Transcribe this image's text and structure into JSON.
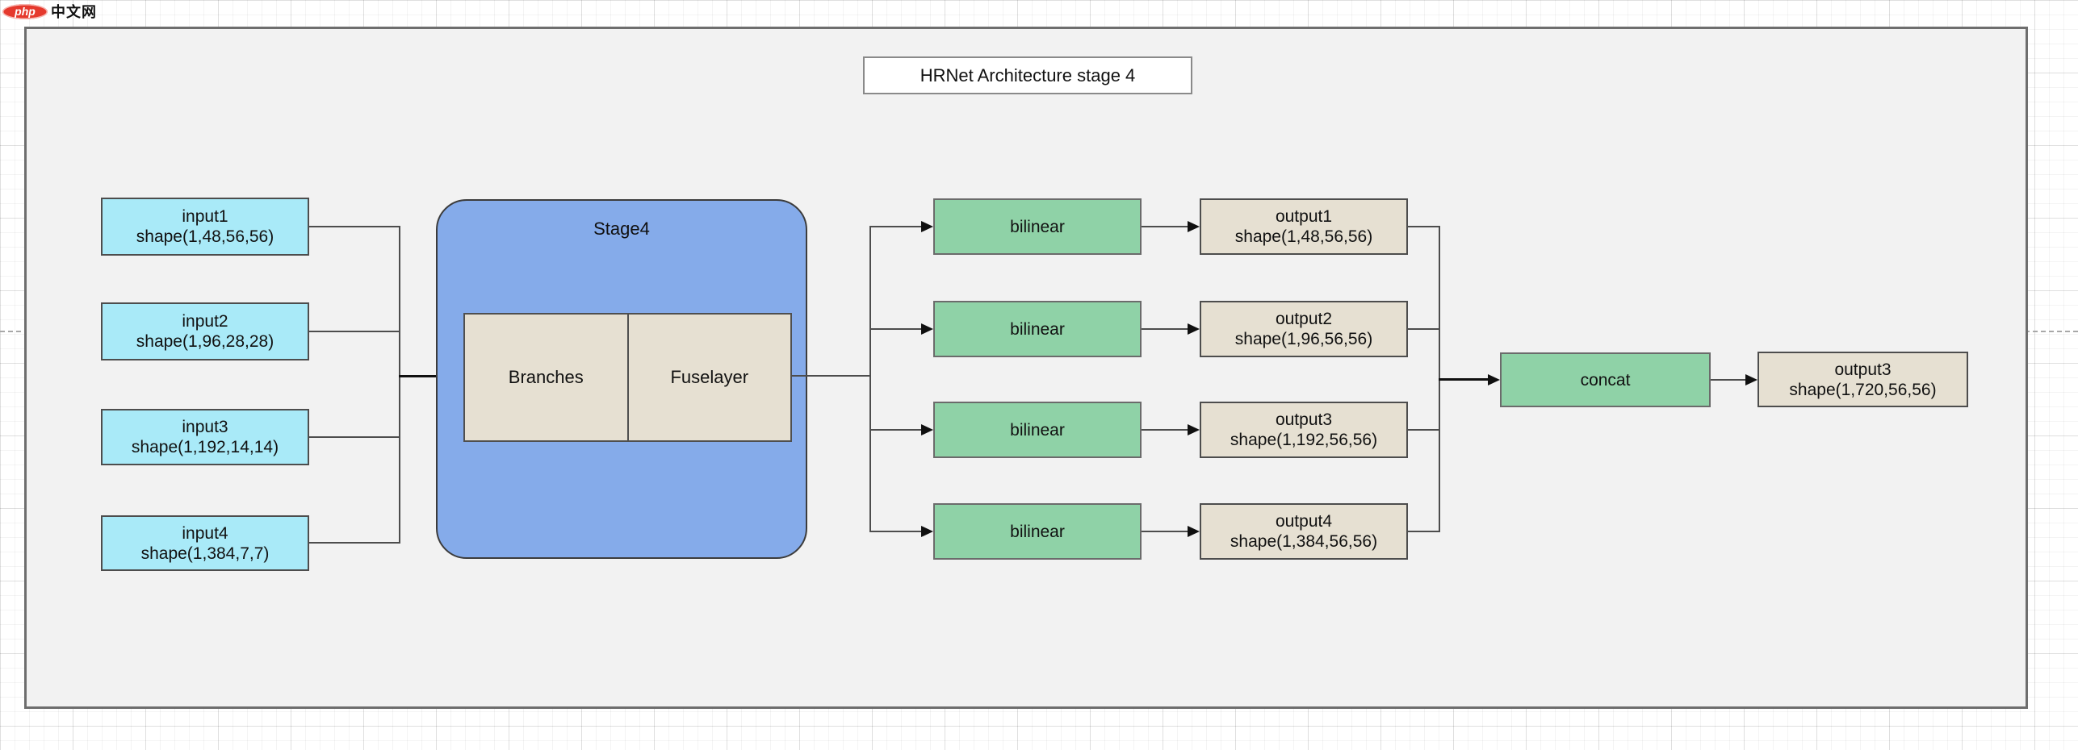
{
  "watermark": {
    "logo": "php",
    "site": "中文网"
  },
  "title": "HRNet Architecture stage 4",
  "inputs": [
    {
      "label": "input1",
      "shape": "shape(1,48,56,56)"
    },
    {
      "label": "input2",
      "shape": "shape(1,96,28,28)"
    },
    {
      "label": "input3",
      "shape": "shape(1,192,14,14)"
    },
    {
      "label": "input4",
      "shape": "shape(1,384,7,7)"
    }
  ],
  "stage": {
    "label": "Stage4",
    "branches": "Branches",
    "fuselayer": "Fuselayer"
  },
  "rows": [
    {
      "op": "bilinear",
      "label": "output1",
      "shape": "shape(1,48,56,56)"
    },
    {
      "op": "bilinear",
      "label": "output2",
      "shape": "shape(1,96,56,56)"
    },
    {
      "op": "bilinear",
      "label": "output3",
      "shape": "shape(1,192,56,56)"
    },
    {
      "op": "bilinear",
      "label": "output4",
      "shape": "shape(1,384,56,56)"
    }
  ],
  "concat": {
    "label": "concat"
  },
  "final": {
    "label": "output3",
    "shape": "shape(1,720,56,56)"
  },
  "colors": {
    "input_fill": "#a9eaf8",
    "stage_fill": "#85abea",
    "op_fill": "#8fd2a7",
    "io_fill": "#e6e0d2",
    "canvas_fill": "#f2f2f2",
    "logo_red": "#e5392d"
  }
}
